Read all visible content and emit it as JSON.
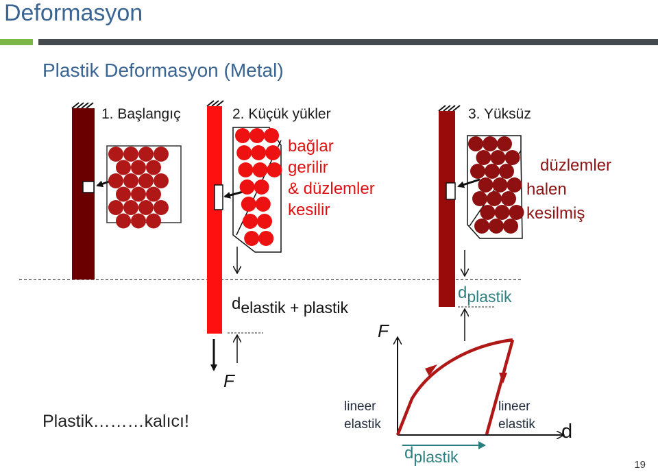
{
  "header": {
    "title": "Deformasyon",
    "subtitle": "Plastik Deformasyon (Metal)"
  },
  "stages": {
    "s1": "1. Başlangıç",
    "s2": "2. Küçük yükler",
    "s3": "3. Yüksüz"
  },
  "notes": {
    "bonds_1": "bağlar",
    "bonds_2": "gerilir",
    "bonds_3": "& düzlemler",
    "bonds_4": "kesilir",
    "planes_1": "düzlemler",
    "planes_2": "halen",
    "planes_3": "kesilmiş"
  },
  "labels": {
    "d_base": "d",
    "d_elastic_plastic_sub": "elastik + plastik",
    "d_plastic_sub": "plastik",
    "force": "F",
    "force_graph": "F",
    "axis_d": "d",
    "linear_elastic_1a": "lineer",
    "linear_elastic_1b": "elastik",
    "linear_elastic_2a": "lineer",
    "linear_elastic_2b": "elastik",
    "graph_d_base": "d",
    "graph_d_sub": "plastik",
    "summary": "Plastik………kalıcı!"
  },
  "page_number": "19",
  "colors": {
    "title": "#3a6592",
    "bar_initial": "#6b0000",
    "bar_loaded": "#ff1010",
    "bar_unloaded": "#990a0a",
    "atom": "#b01818",
    "atom_loaded": "#ee1111",
    "atom_unloaded": "#8e1010",
    "curve": "#b01818",
    "teal": "#2e8080",
    "band_green": "#7ab648",
    "band_gray": "#444a4e"
  }
}
